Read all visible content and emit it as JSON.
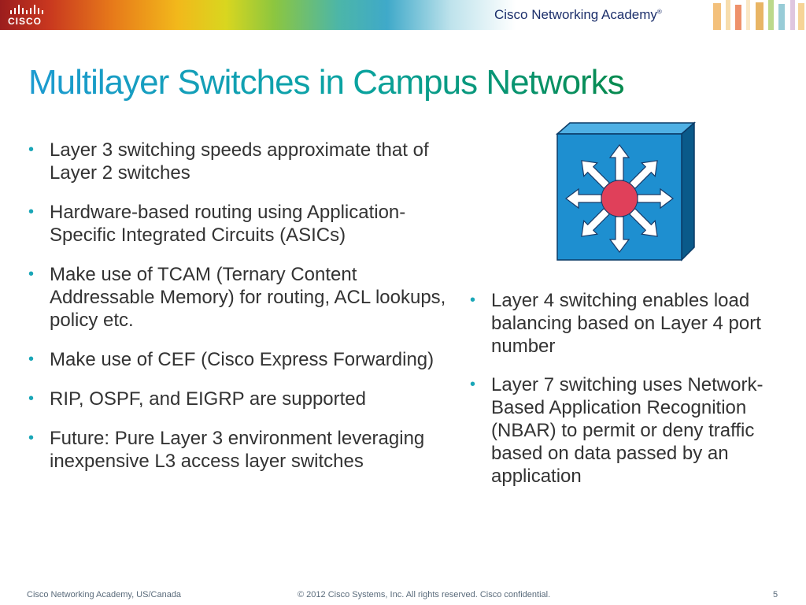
{
  "header": {
    "logo_text": "CISCO",
    "academy_name": "Cisco Networking Academy",
    "academy_mark": "®"
  },
  "slide": {
    "title": "Multilayer Switches in Campus Networks",
    "left_bullets": [
      "Layer 3 switching speeds approximate that of Layer 2 switches",
      "Hardware-based routing using Application-Specific Integrated Circuits (ASICs)",
      "Make use of TCAM (Ternary Content Addressable Memory) for routing, ACL lookups, policy etc.",
      "Make use of CEF (Cisco Express Forwarding)",
      "RIP, OSPF, and EIGRP are supported",
      "Future: Pure Layer 3 environment leveraging inexpensive L3 access layer switches"
    ],
    "right_bullets": [
      "Layer 4 switching enables load balancing based on Layer 4 port number",
      "Layer 7 switching uses Network-Based Application Recognition (NBAR) to permit or deny traffic based on data passed by an application"
    ]
  },
  "footer": {
    "left": "Cisco Networking Academy, US/Canada",
    "center": "© 2012 Cisco Systems, Inc. All rights reserved. Cisco confidential.",
    "page_number": "5"
  },
  "icons": {
    "switch_icon": "multilayer-switch-icon",
    "logo_icon": "cisco-logo-icon"
  },
  "colors": {
    "title_start": "#1d9bd1",
    "title_end": "#078a4e",
    "bullet": "#1aa6b7",
    "switch_face": "#1e8fd0",
    "switch_center": "#e0405a"
  }
}
